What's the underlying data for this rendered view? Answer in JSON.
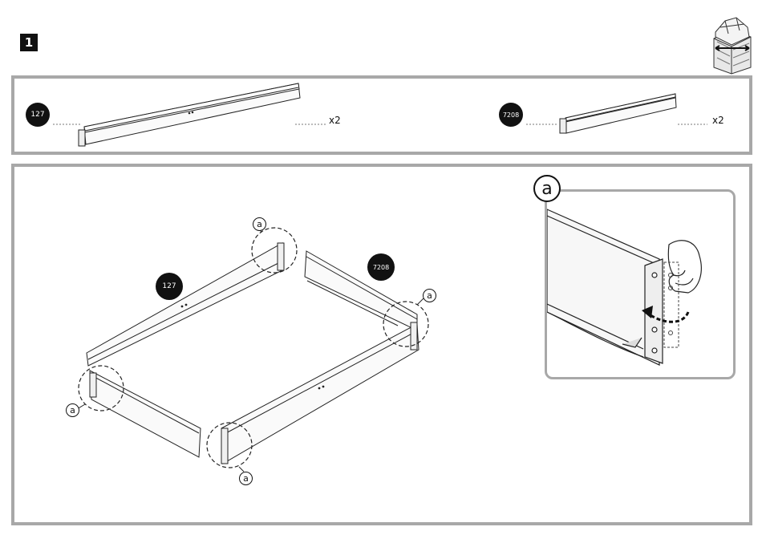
{
  "step": {
    "number": "1"
  },
  "parts": [
    {
      "id": "127",
      "quantity": "x2"
    },
    {
      "id": "7208",
      "quantity": "x2"
    }
  ],
  "assembly": {
    "labels": [
      "127",
      "7208"
    ],
    "callouts": [
      "a",
      "a",
      "a",
      "a"
    ]
  },
  "detail": {
    "label": "a"
  }
}
